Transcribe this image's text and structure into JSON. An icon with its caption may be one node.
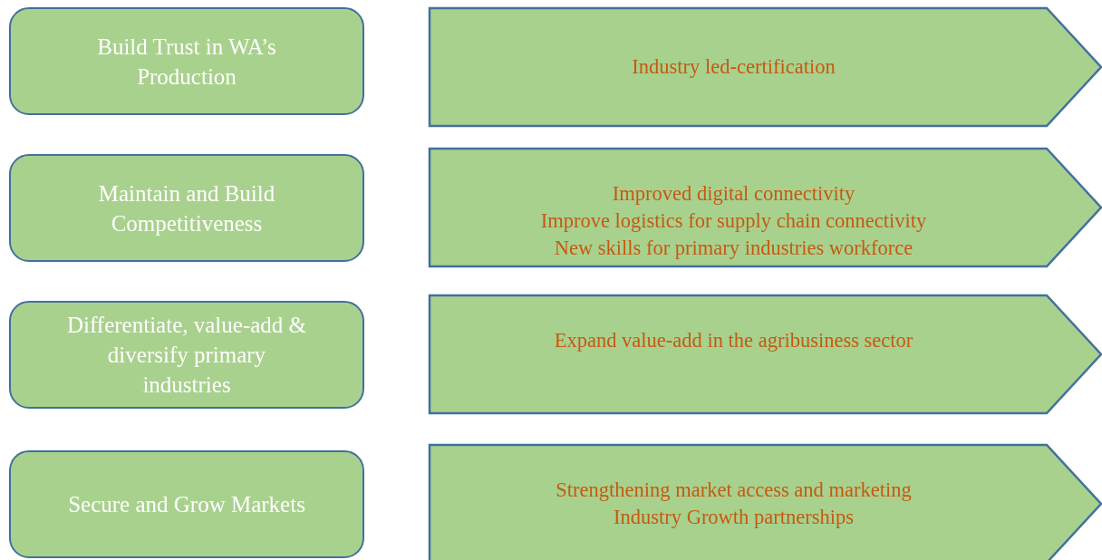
{
  "diagram": {
    "nodes": [
      {
        "text": [
          "Build Trust in WA’s Production"
        ]
      },
      {
        "text": [
          "Industry led-certification"
        ]
      },
      {
        "text": [
          "Maintain and Build Competitiveness"
        ]
      },
      {
        "text": [
          "Improved digital connectivity",
          "Improve logistics for supply chain connectivity",
          "New skills for primary industries workforce"
        ]
      },
      {
        "text": [
          "Differentiate, value-add & diversify primary industries"
        ]
      },
      {
        "text": [
          "Expand value-add in the agribusiness sector"
        ]
      },
      {
        "text": [
          "Secure and Grow Markets"
        ]
      },
      {
        "text": [
          "Strengthening market access and marketing",
          "Industry Growth partnerships"
        ]
      }
    ]
  }
}
